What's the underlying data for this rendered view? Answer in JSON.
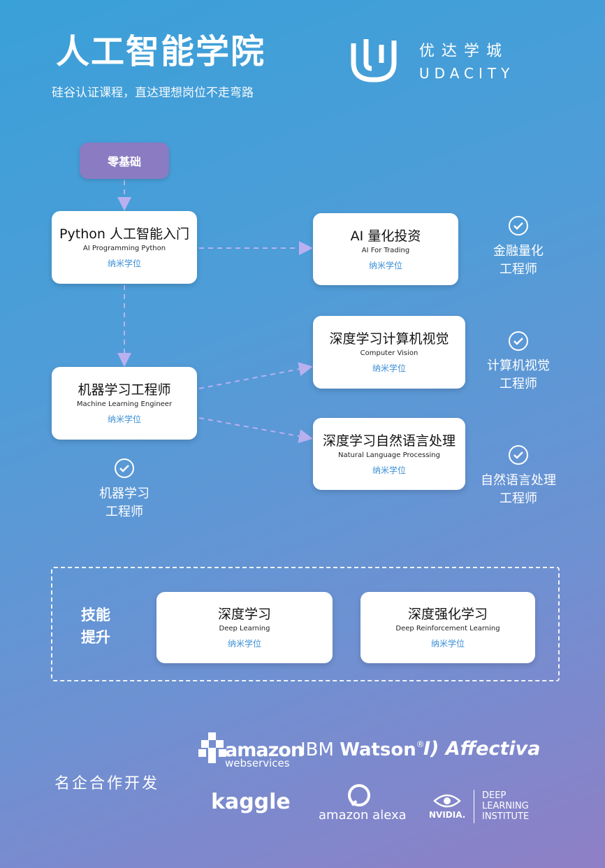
{
  "header": {
    "title": "人工智能学院",
    "subtitle": "硅谷认证课程，直达理想岗位不走弯路",
    "brand_cn": "优达学城",
    "brand_en": "UDACITY"
  },
  "start_pill": "零基础",
  "courses": {
    "python": {
      "title": "Python 人工智能入门",
      "english": "AI Programming Python",
      "badge": "纳米学位"
    },
    "trading": {
      "title": "AI 量化投资",
      "english": "AI For Trading",
      "badge": "纳米学位"
    },
    "cv": {
      "title": "深度学习计算机视觉",
      "english": "Computer Vision",
      "badge": "纳米学位"
    },
    "mle": {
      "title": "机器学习工程师",
      "english": "Machine Learning Engineer",
      "badge": "纳米学位"
    },
    "nlp": {
      "title": "深度学习自然语言处理",
      "english": "Natural Language Processing",
      "badge": "纳米学位"
    },
    "dl": {
      "title": "深度学习",
      "english": "Deep Learning",
      "badge": "纳米学位"
    },
    "drl": {
      "title": "深度强化学习",
      "english": "Deep Reinforcement Learning",
      "badge": "纳米学位"
    }
  },
  "roles": {
    "finance": {
      "line1": "金融量化",
      "line2": "工程师"
    },
    "cv": {
      "line1": "计算机视觉",
      "line2": "工程师"
    },
    "nlp": {
      "line1": "自然语言处理",
      "line2": "工程师"
    },
    "ml": {
      "line1": "机器学习",
      "line2": "工程师"
    }
  },
  "skills": {
    "line1": "技能",
    "line2": "提升"
  },
  "partners": {
    "label": "名企合作开发",
    "logos": {
      "amazon_main": "amazon",
      "amazon_sub": "webservices",
      "ibm_a": "IBM ",
      "ibm_b": "Watson",
      "ibm_mark": "®",
      "affectiva_mark": "I)",
      "affectiva": "Affectiva",
      "kaggle": "kaggle",
      "alexa": "amazon alexa",
      "nvidia": "NVIDIA.",
      "dli_1": "DEEP",
      "dli_2": "LEARNING",
      "dli_3": "INSTITUTE"
    }
  },
  "colors": {
    "pill": "#8a7bc2",
    "badge_text": "#3b8fd6",
    "arrow": "#b9b0f0"
  }
}
